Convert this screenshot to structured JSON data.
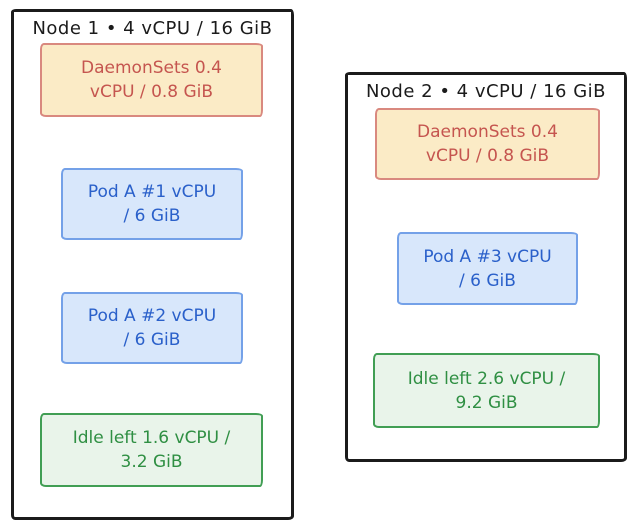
{
  "diagram": {
    "description": "Kubernetes node capacity allocation diagram",
    "background": "#ffffff"
  },
  "colors": {
    "node_border": "#1b1b1b",
    "title_text": "#1b1b1b",
    "daemonset": {
      "fill": "#fbebc6",
      "border": "#d9897f",
      "text": "#c5554f"
    },
    "pod": {
      "fill": "#d8e7fb",
      "border": "#74a1e8",
      "text": "#2a60ca"
    },
    "idle": {
      "fill": "#e9f4ea",
      "border": "#419e54",
      "text": "#2f8f43"
    }
  },
  "nodes": [
    {
      "title": "Node 1 • 4 vCPU / 16 GiB",
      "boxes": [
        {
          "type": "daemonset",
          "label": "DaemonSets 0.4 vCPU / 0.8 GiB",
          "lines": [
            "DaemonSets 0.4",
            "vCPU / 0.8 GiB"
          ]
        },
        {
          "type": "pod",
          "label": "Pod A #1 vCPU / 6 GiB",
          "lines": [
            "Pod A #1 vCPU",
            "/ 6 GiB"
          ]
        },
        {
          "type": "pod",
          "label": "Pod A #2 vCPU / 6 GiB",
          "lines": [
            "Pod A #2 vCPU",
            "/ 6 GiB"
          ]
        },
        {
          "type": "idle",
          "label": "Idle left 1.6 vCPU / 3.2 GiB",
          "lines": [
            "Idle left 1.6 vCPU /",
            "3.2 GiB"
          ]
        }
      ]
    },
    {
      "title": "Node 2 • 4 vCPU / 16 GiB",
      "boxes": [
        {
          "type": "daemonset",
          "label": "DaemonSets 0.4 vCPU / 0.8 GiB",
          "lines": [
            "DaemonSets 0.4",
            "vCPU / 0.8 GiB"
          ]
        },
        {
          "type": "pod",
          "label": "Pod A #3 vCPU / 6 GiB",
          "lines": [
            "Pod A #3 vCPU",
            "/ 6 GiB"
          ]
        },
        {
          "type": "idle",
          "label": "Idle left 2.6 vCPU / 9.2 GiB",
          "lines": [
            "Idle left 2.6 vCPU /",
            "9.2 GiB"
          ]
        }
      ]
    }
  ]
}
